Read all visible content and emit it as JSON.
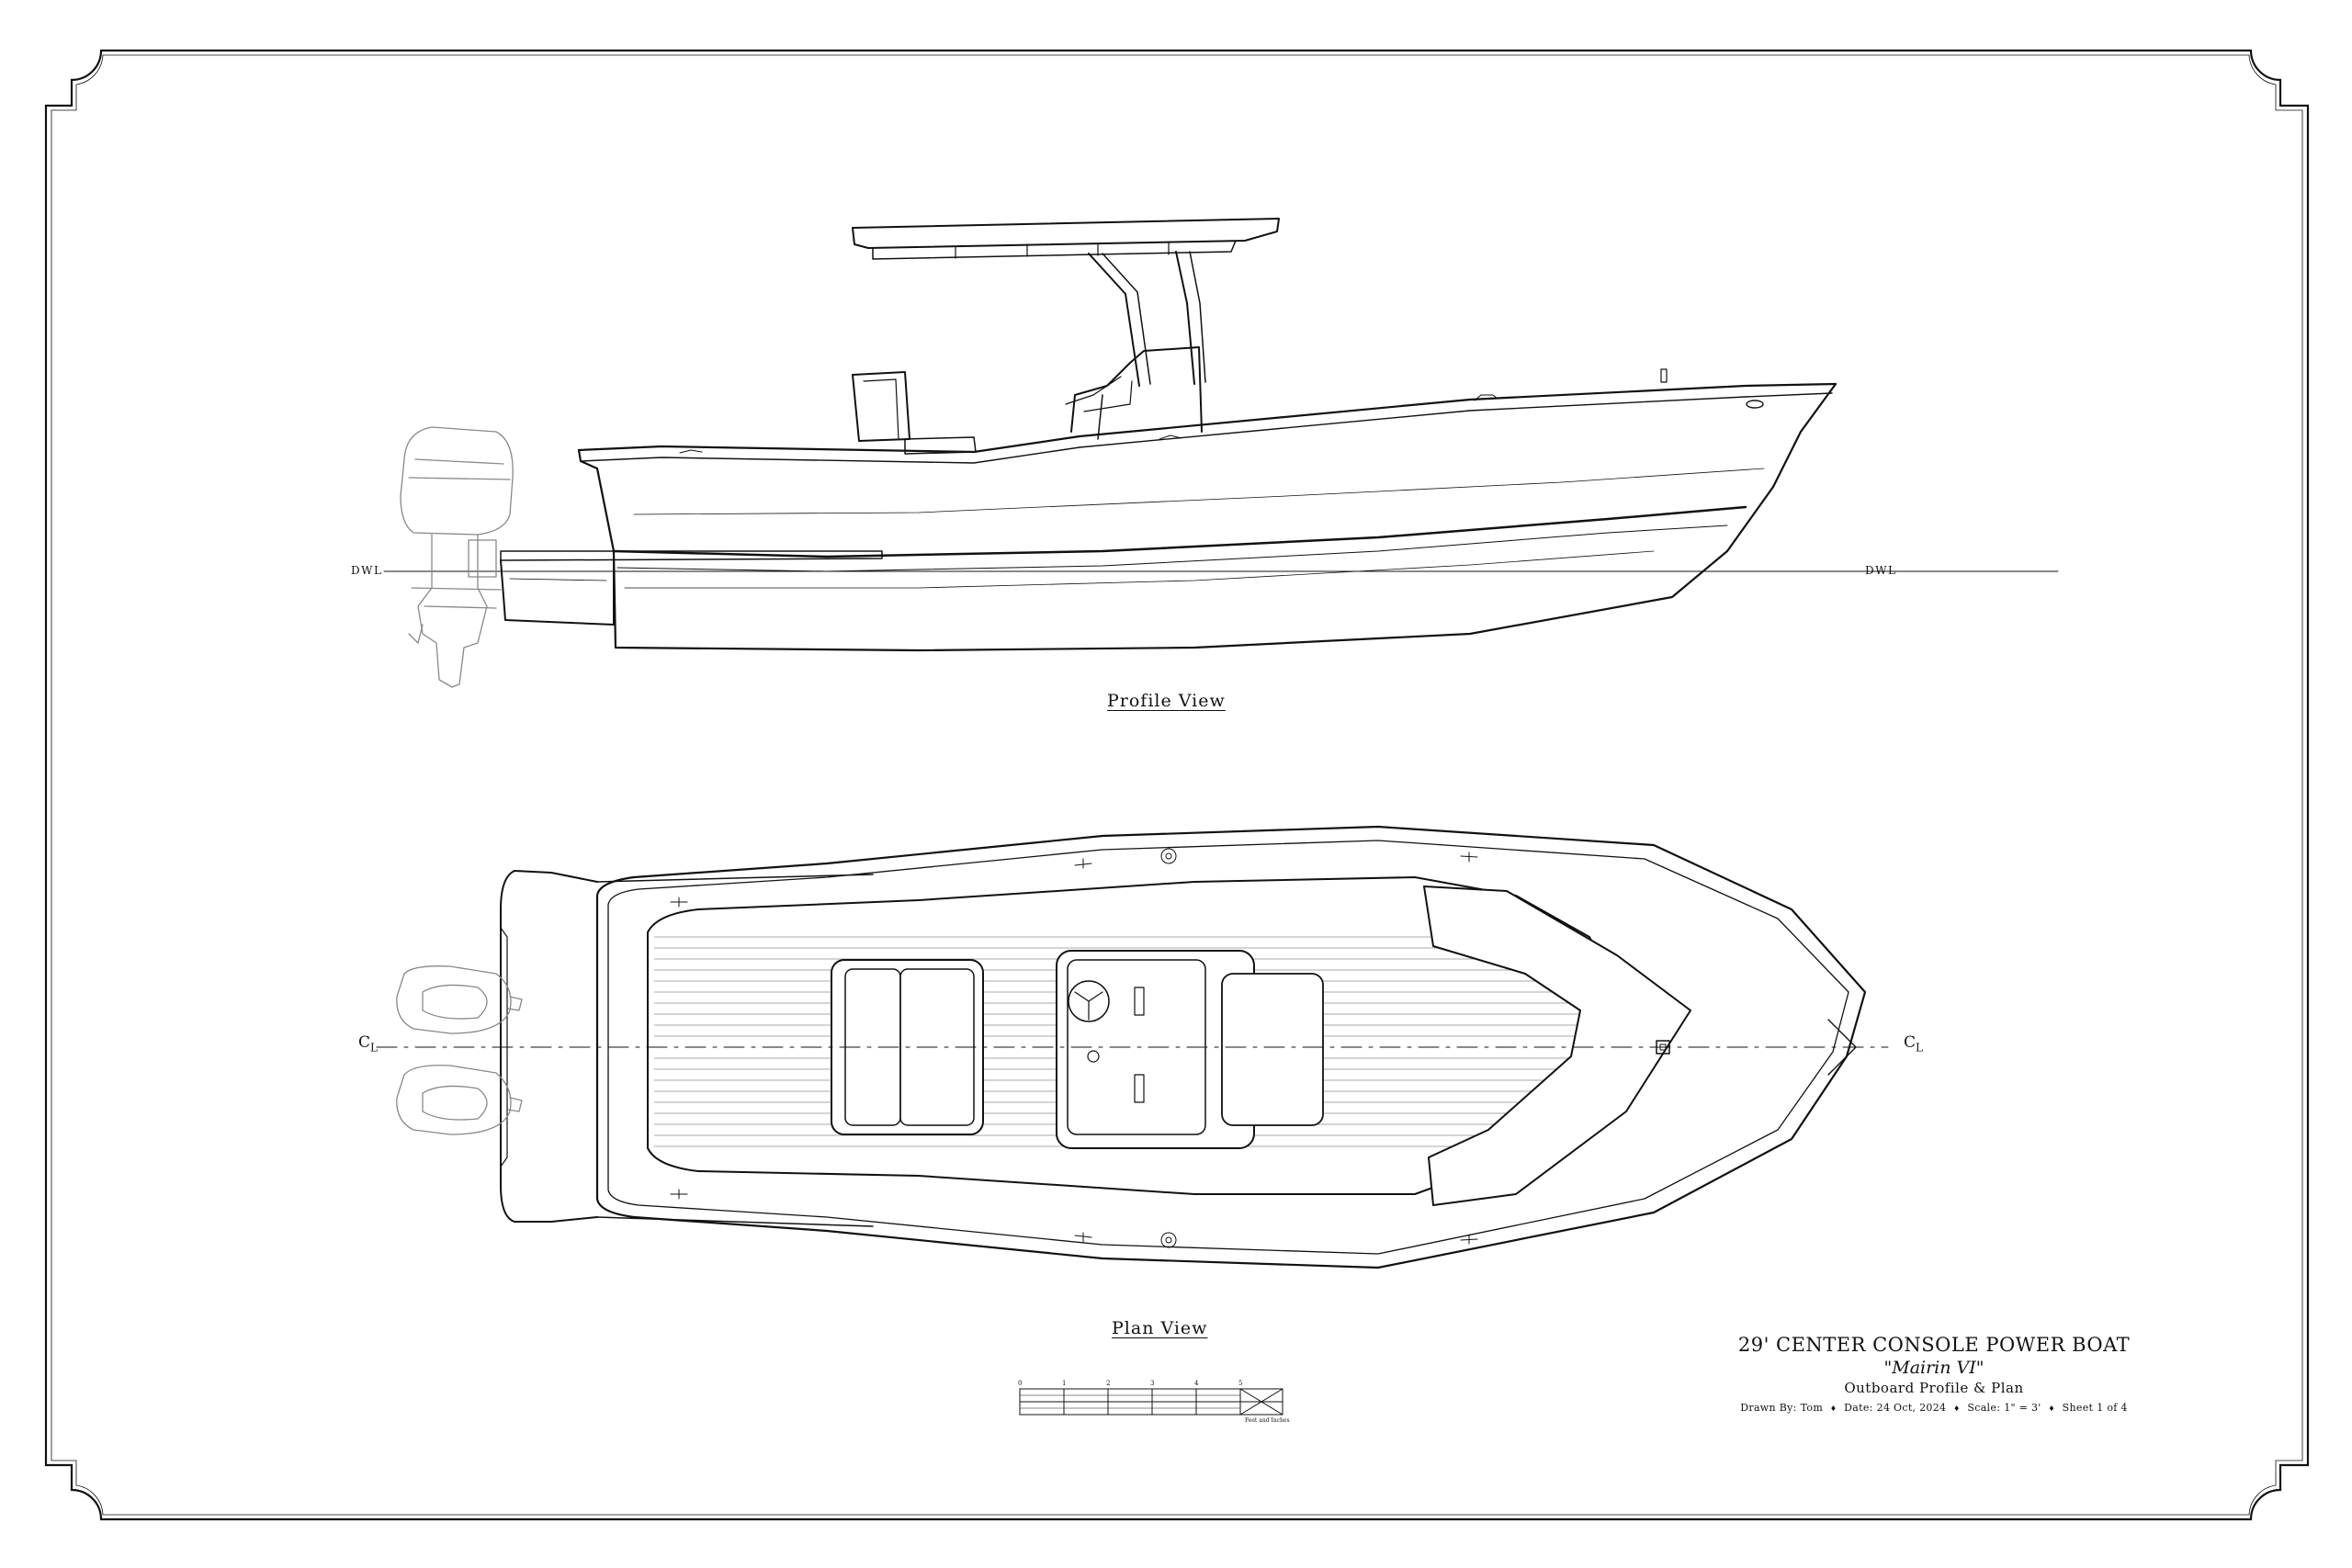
{
  "views": {
    "profile_label": "Profile View",
    "plan_label": "Plan View"
  },
  "waterline": {
    "left_label": "DWL",
    "right_label": "DWL"
  },
  "centerline": {
    "symbol": "C",
    "subscript": "L"
  },
  "title_block": {
    "title": "29' CENTER CONSOLE POWER BOAT",
    "boat_name": "\"Mairin VI\"",
    "sheet_subject": "Outboard Profile & Plan",
    "drawn_by_label": "Drawn By:",
    "drawn_by": "Tom",
    "date_label": "Date:",
    "date": "24 Oct, 2024",
    "scale_label": "Scale:",
    "scale": "1\" = 3'",
    "sheet_label": "Sheet",
    "sheet": "1 of 4"
  },
  "scale_bar": {
    "ticks": [
      "0",
      "1",
      "2",
      "3",
      "4",
      "5"
    ],
    "caption": "Feet and Inches"
  },
  "colors": {
    "ink": "#111111",
    "paper": "#ffffff",
    "hull_shade": "#f4f4f4"
  }
}
